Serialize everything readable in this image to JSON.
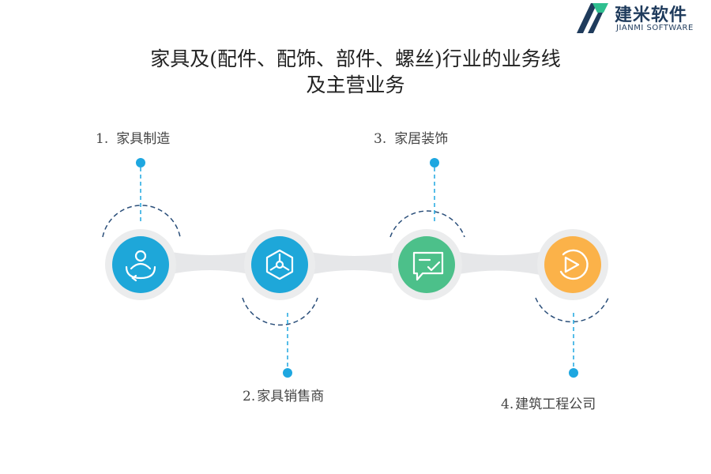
{
  "logo": {
    "name_cn": "建米软件",
    "name_en": "JIANMI SOFTWARE"
  },
  "title": {
    "line1": "家具及(配件、配饰、部件、螺丝)行业的业务线",
    "line2": "及主营业务"
  },
  "items": [
    {
      "number": "1.",
      "text": "家具制造",
      "color": "#1ea7d9",
      "icon": "user-orbit-icon",
      "position": "top"
    },
    {
      "number": "2.",
      "text": "家具销售商",
      "color": "#1ea7d9",
      "icon": "network-hub-icon",
      "position": "bottom"
    },
    {
      "number": "3.",
      "text": "家居装饰",
      "color": "#4cc08a",
      "icon": "chat-check-icon",
      "position": "top"
    },
    {
      "number": "4.",
      "text": "建筑工程公司",
      "color": "#fbb249",
      "icon": "circle-play-icon",
      "position": "bottom"
    }
  ],
  "colors": {
    "connector": "#1ea7e0",
    "dash": "#2b4f7a",
    "track": "#e6e7e9",
    "ring": "#f1f2f3",
    "logo": "#1f3b5c",
    "logo_accent": "#2fbf8f"
  }
}
